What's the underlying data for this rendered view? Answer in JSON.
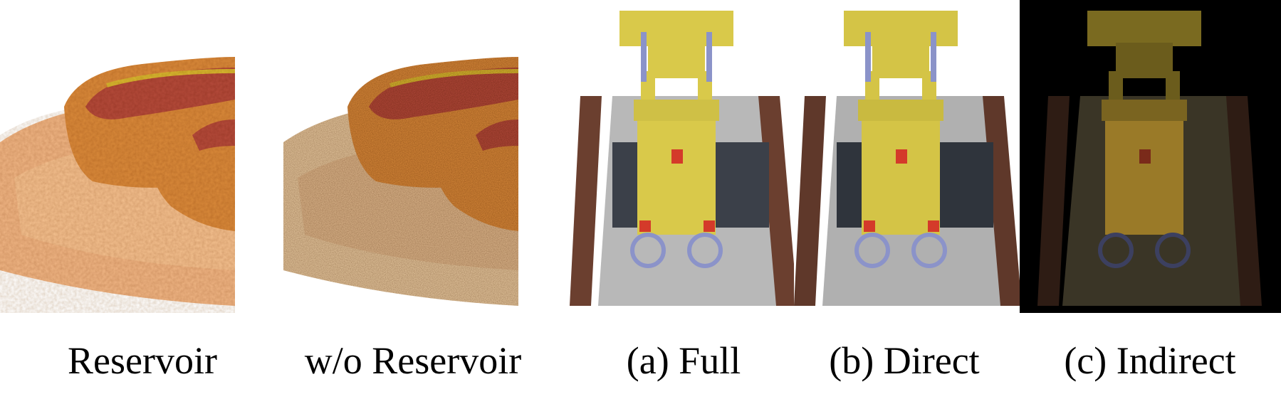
{
  "figure": {
    "panels": [
      {
        "caption": "Reservoir",
        "subject": "hotdog-render"
      },
      {
        "caption": "w/o Reservoir",
        "subject": "hotdog-render-noisy"
      },
      {
        "caption": "(a) Full",
        "subject": "lego-bulldozer-full"
      },
      {
        "caption": "(b) Direct",
        "subject": "lego-bulldozer-direct"
      },
      {
        "caption": "(c) Indirect",
        "subject": "lego-bulldozer-indirect"
      }
    ]
  },
  "colors": {
    "plate": "#efb584",
    "bun": "#d98a3a",
    "sausage": "#b44a3a",
    "mustard": "#d8b830",
    "lego_yellow": "#d9c94a",
    "lego_blue": "#8b93c9",
    "lego_grey": "#b8b8b8",
    "lego_brown": "#6b3f2f",
    "indirect_bg": "#000000"
  }
}
